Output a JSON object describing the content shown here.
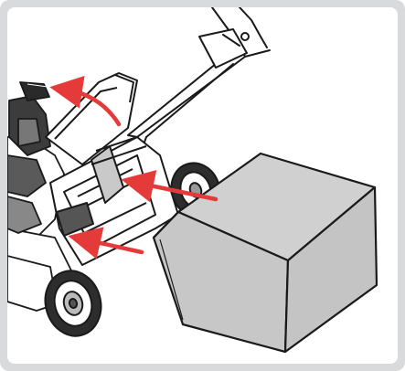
{
  "figure": {
    "frame_color": "#d9dadb",
    "background_color": "#ffffff",
    "line_color": "#1a1a1a",
    "fill_gray": "#c9c9c9",
    "fill_dark": "#555555",
    "arrow_color": "#e53a3a",
    "subject": "lawn-mower-grass-catcher-installation",
    "icons": [
      "lawn-mower-illustration",
      "grass-catcher-bag",
      "red-arrow"
    ]
  }
}
